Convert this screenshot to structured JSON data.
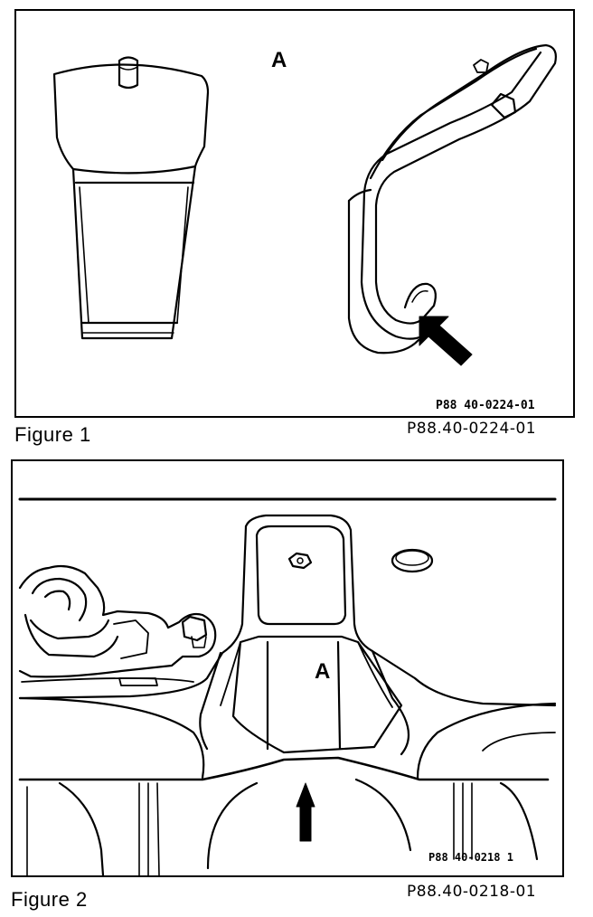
{
  "figure1": {
    "label_a": "A",
    "inner_ref": "P88 40-0224-01",
    "caption": "Figure 1",
    "part_number": "P88.40-0224-01"
  },
  "figure2": {
    "label_a": "A",
    "inner_ref": "P88 40-0218 1",
    "caption": "Figure 2",
    "part_number": "P88.40-0218-01"
  },
  "colors": {
    "ink": "#000000",
    "paper": "#ffffff"
  }
}
